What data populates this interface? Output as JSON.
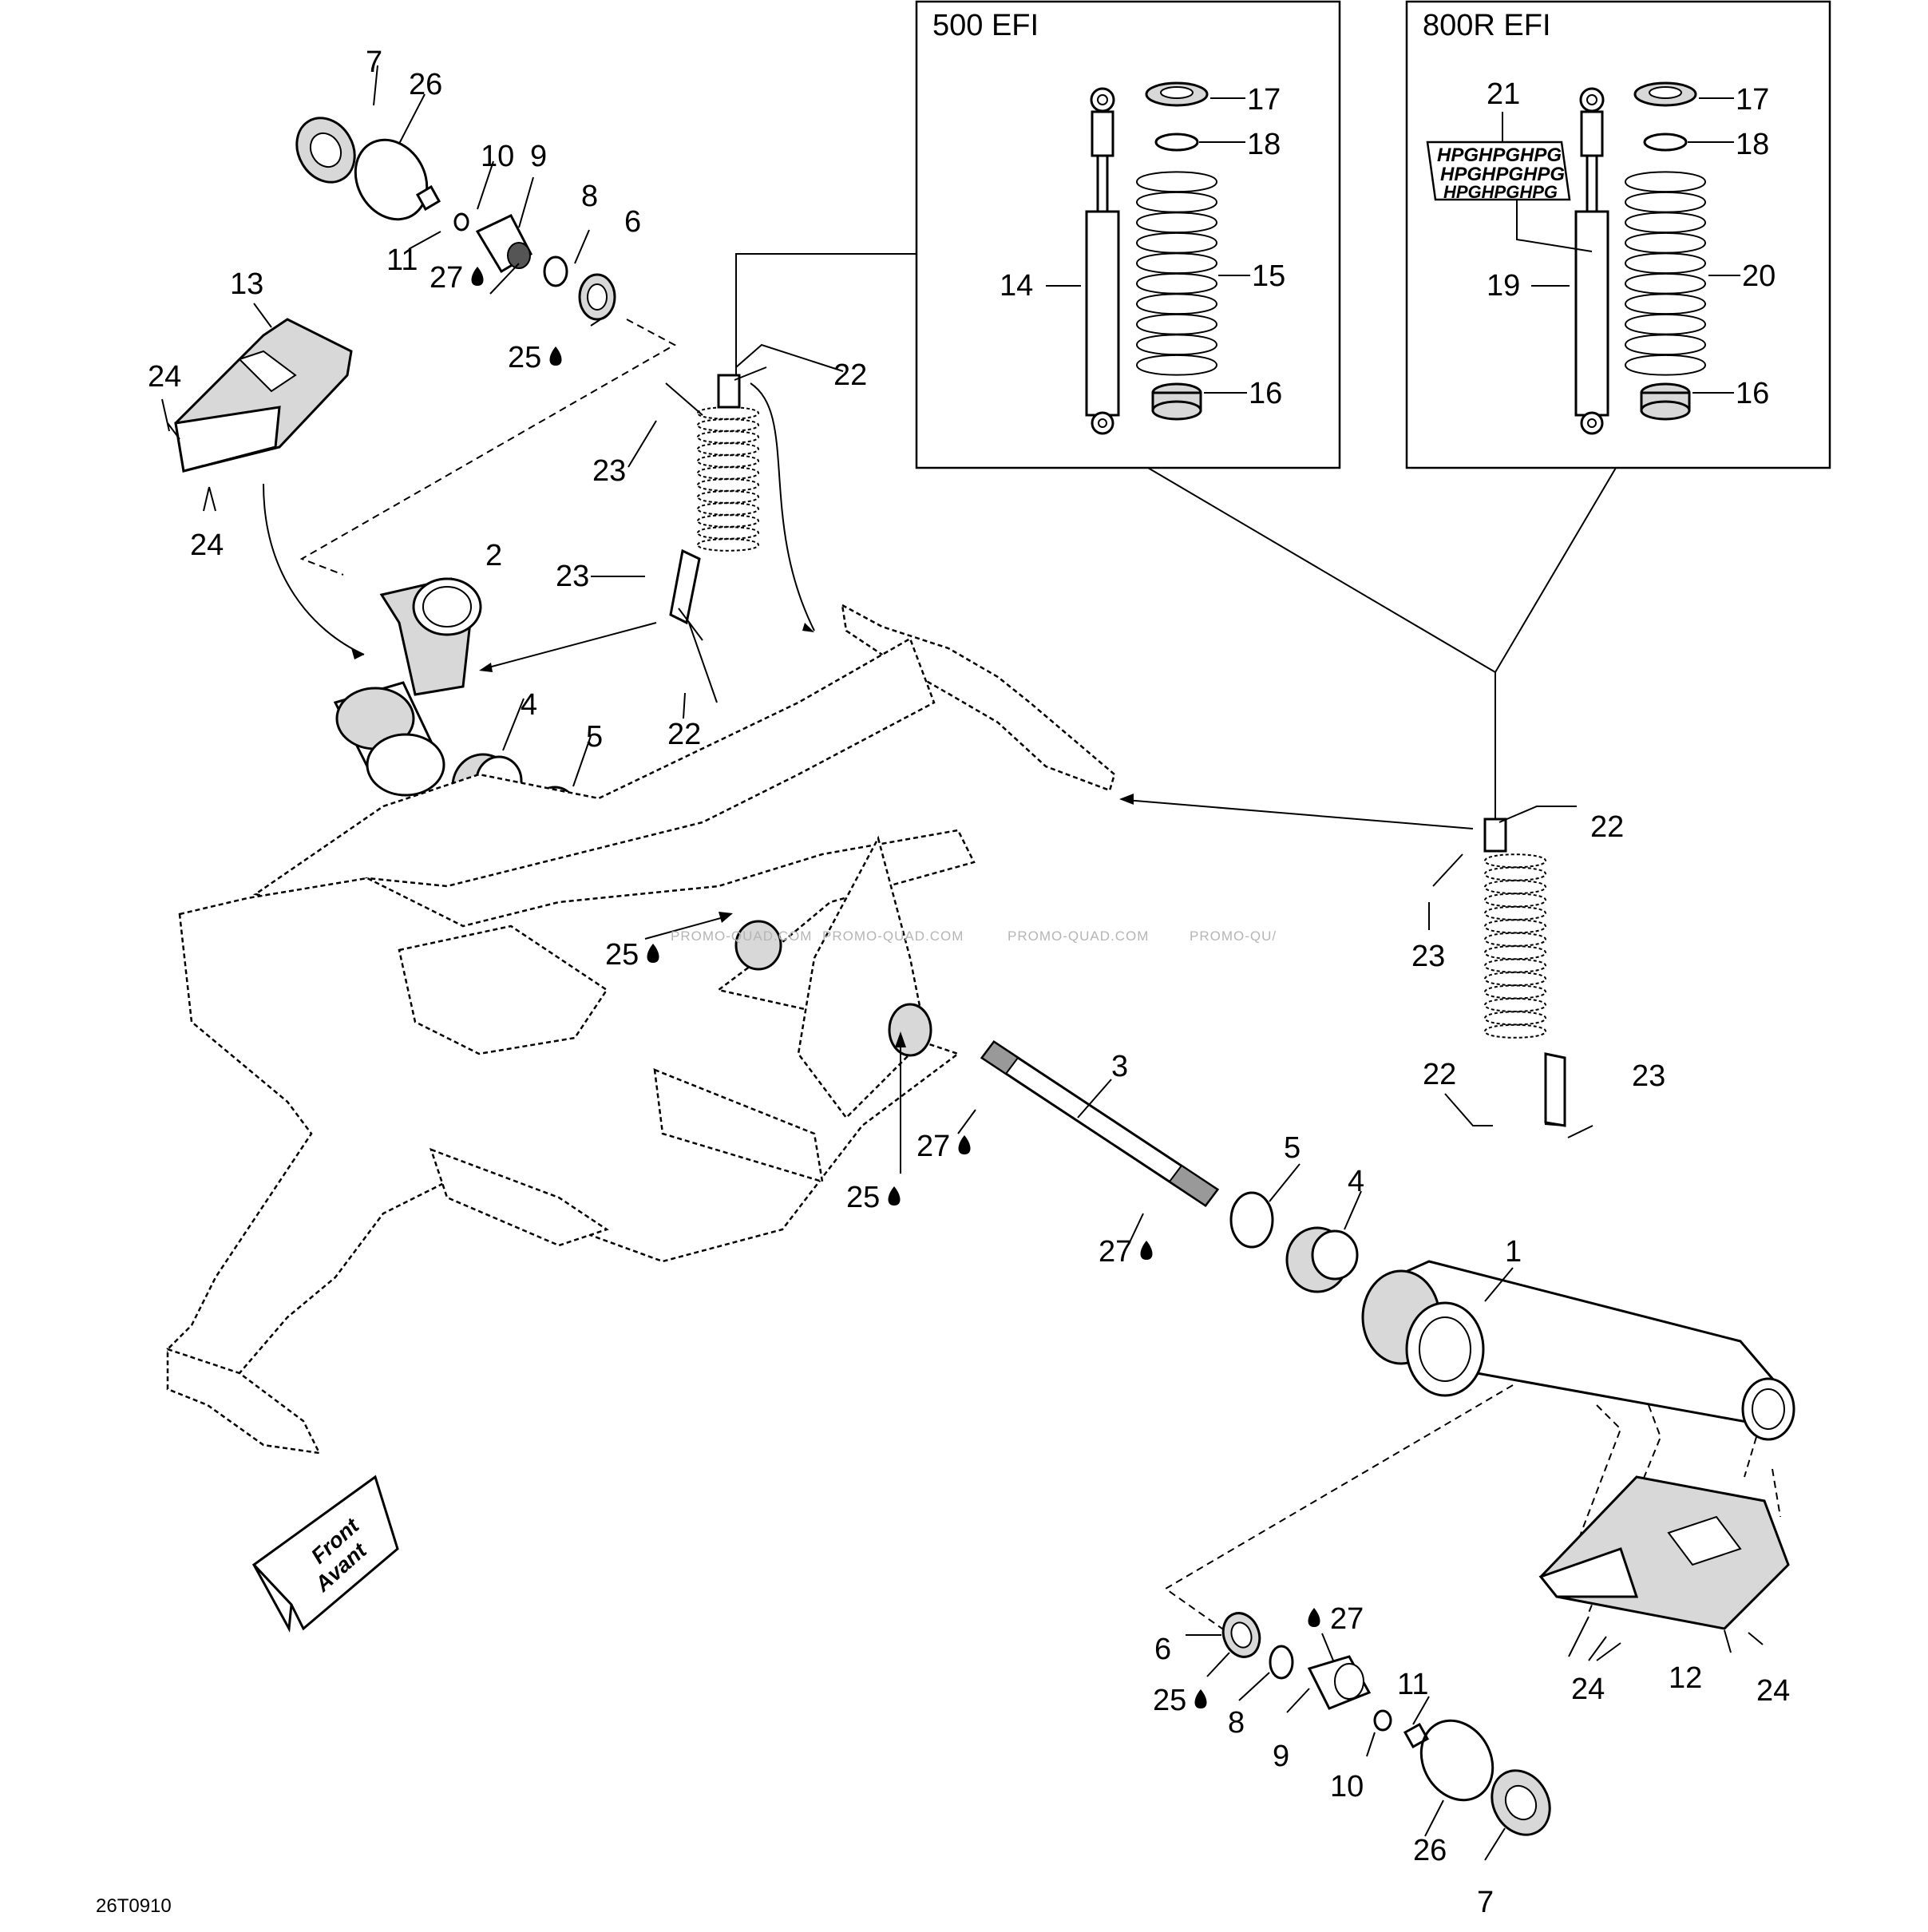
{
  "diagram": {
    "drawing_code": "26T0910",
    "front_text": [
      "Front",
      "Avant"
    ],
    "watermark": "PROMO-QUAD.COM",
    "watermark_tail": "PROMO-QU/",
    "inset_500": {
      "title": "500 EFI",
      "labels": [
        "17",
        "18",
        "15",
        "14",
        "16"
      ]
    },
    "inset_800": {
      "title": "800R EFI",
      "labels": [
        "21",
        "17",
        "18",
        "20",
        "19",
        "16"
      ],
      "decal_text": "HPG"
    },
    "left_labels": [
      "7",
      "26",
      "10",
      "9",
      "11",
      "8",
      "6",
      "27",
      "25",
      "13",
      "24",
      "24",
      "2",
      "4",
      "5"
    ],
    "center_labels": [
      "22",
      "23",
      "23",
      "22",
      "25",
      "25",
      "3",
      "27",
      "27",
      "5",
      "4",
      "1"
    ],
    "right_shock_labels": [
      "22",
      "23",
      "22",
      "23"
    ],
    "bottom_labels": [
      "27",
      "6",
      "25",
      "8",
      "9",
      "10",
      "11",
      "26",
      "7",
      "12",
      "24",
      "24"
    ],
    "lubricant_icon": "oil-drop-icon",
    "front_icon": "front-arrow-icon"
  }
}
